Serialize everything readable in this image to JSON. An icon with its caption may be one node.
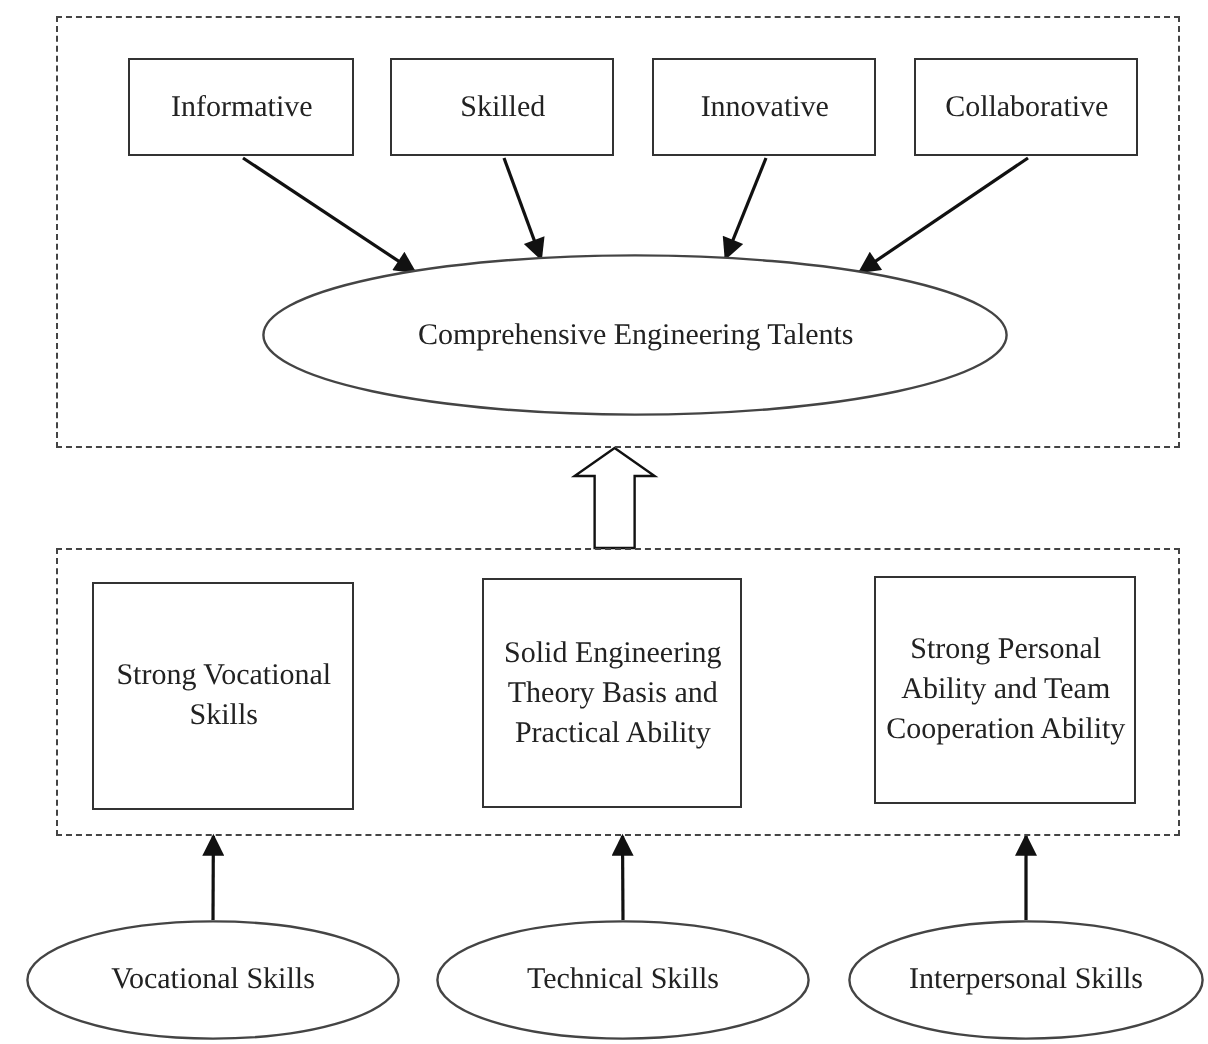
{
  "diagram": {
    "nodes": [
      {
        "text": [],
        "shape": "box"
      },
      {
        "text": [
          "Informative"
        ],
        "in": 0
      },
      {
        "text": [
          "Skilled"
        ],
        "in": 0
      },
      {
        "text": [
          "Innovative"
        ],
        "in": 0
      },
      {
        "text": [
          "Collaborative"
        ],
        "in": 0
      },
      {
        "text": [
          "Comprehensive Engineering Talents"
        ],
        "in": 0
      },
      {
        "text": [],
        "shape": "box"
      },
      {
        "text": [
          "Strong Vocational Skills"
        ],
        "in": 6
      },
      {
        "text": [
          "Solid Engineering Theory Basis and Practical Ability"
        ],
        "in": 6
      },
      {
        "text": [
          "Strong Personal Ability and Team Cooperation Ability"
        ],
        "in": 6
      },
      {
        "text": [
          "Vocational Skills"
        ]
      },
      {
        "text": [
          "Technical Skills"
        ]
      },
      {
        "text": [
          "Interpersonal Skills"
        ]
      }
    ],
    "edges": [
      {
        "from": 1,
        "to": 5,
        "arrow": "to"
      },
      {
        "from": 2,
        "to": 5,
        "arrow": "to"
      },
      {
        "from": 3,
        "to": 5,
        "arrow": "to"
      },
      {
        "from": 4,
        "to": 5,
        "arrow": "to"
      },
      {
        "from": 6,
        "to": 0,
        "arrow": "to",
        "style": "thick"
      },
      {
        "from": 10,
        "to": 6,
        "arrow": "to"
      },
      {
        "from": 11,
        "to": 6,
        "arrow": "to"
      },
      {
        "from": 12,
        "to": 6,
        "arrow": "to"
      }
    ]
  }
}
